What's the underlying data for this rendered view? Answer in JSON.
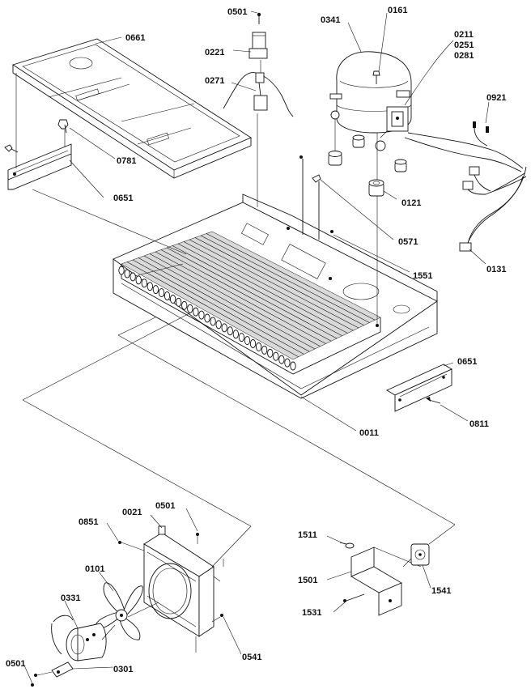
{
  "labels": {
    "l0501a": "0501",
    "l0661": "0661",
    "l0221": "0221",
    "l0341": "0341",
    "l0161": "0161",
    "l0211": "0211",
    "l0251": "0251",
    "l0281": "0281",
    "l0271": "0271",
    "l0921": "0921",
    "l0781": "0781",
    "l0651a": "0651",
    "l0121": "0121",
    "l0571": "0571",
    "l0131": "0131",
    "l1551": "1551",
    "l0651b": "0651",
    "l0811": "0811",
    "l0011": "0011",
    "l0851": "0851",
    "l0021": "0021",
    "l0501b": "0501",
    "l0101": "0101",
    "l0331": "0331",
    "l1511": "1511",
    "l1501": "1501",
    "l1541": "1541",
    "l1531": "1531",
    "l0541": "0541",
    "l0501c": "0501",
    "l0301": "0301"
  }
}
